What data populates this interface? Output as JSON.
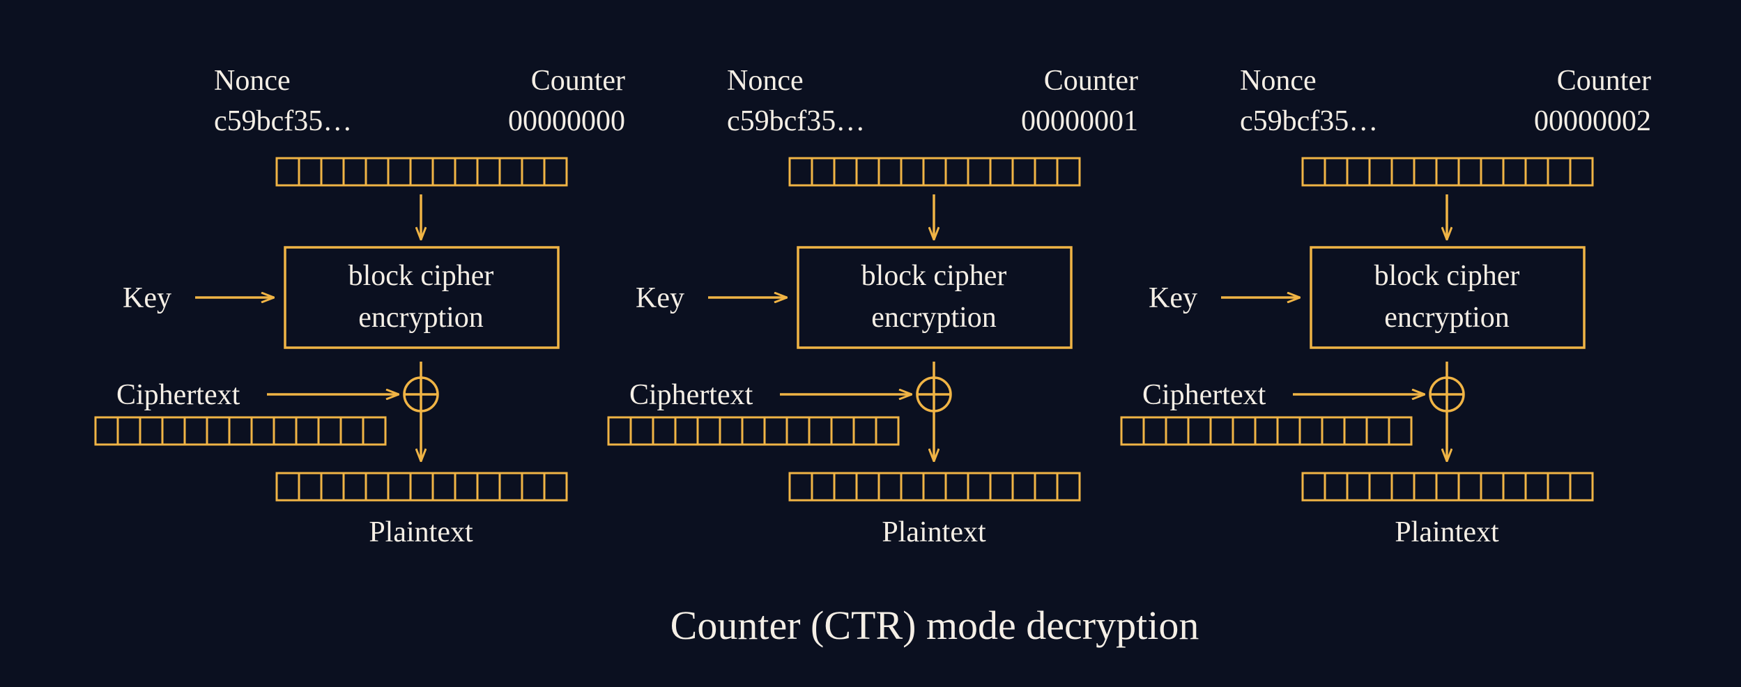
{
  "diagram": {
    "caption": "Counter (CTR) mode decryption",
    "accent_color": "#f0b445",
    "text_color": "#f5efe6",
    "background_color": "#0b1020",
    "register_cells": 13,
    "stages": [
      {
        "nonce_label": "Nonce",
        "nonce_value": "c59bcf35…",
        "counter_label": "Counter",
        "counter_value": "00000000",
        "cipher_box_line1": "block cipher",
        "cipher_box_line2": "encryption",
        "key_label": "Key",
        "ciphertext_label": "Ciphertext",
        "plaintext_label": "Plaintext",
        "xor_symbol": "xor-icon"
      },
      {
        "nonce_label": "Nonce",
        "nonce_value": "c59bcf35…",
        "counter_label": "Counter",
        "counter_value": "00000001",
        "cipher_box_line1": "block cipher",
        "cipher_box_line2": "encryption",
        "key_label": "Key",
        "ciphertext_label": "Ciphertext",
        "plaintext_label": "Plaintext",
        "xor_symbol": "xor-icon"
      },
      {
        "nonce_label": "Nonce",
        "nonce_value": "c59bcf35…",
        "counter_label": "Counter",
        "counter_value": "00000002",
        "cipher_box_line1": "block cipher",
        "cipher_box_line2": "encryption",
        "key_label": "Key",
        "ciphertext_label": "Ciphertext",
        "plaintext_label": "Plaintext",
        "xor_symbol": "xor-icon"
      }
    ]
  }
}
